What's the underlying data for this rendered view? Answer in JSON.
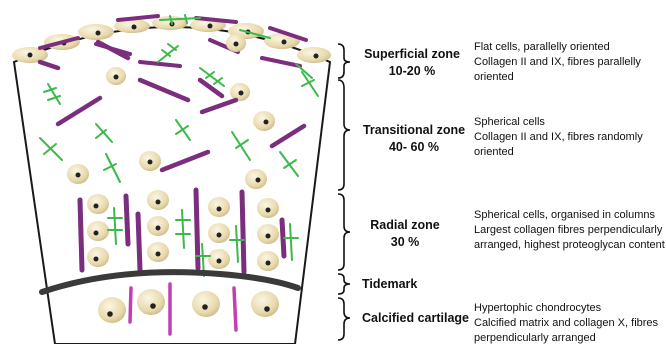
{
  "zones": [
    {
      "id": "superficial",
      "name": "Superficial zone",
      "percent": "10-20 %",
      "description": [
        "Flat cells, parallelly oriented",
        "Collagen II and IX, fibres parallelly",
        "oriented"
      ]
    },
    {
      "id": "transitional",
      "name": "Transitional zone",
      "percent": "40- 60 %",
      "description": [
        "Spherical cells",
        "Collagen II and IX, fibres randomly",
        "oriented"
      ]
    },
    {
      "id": "radial",
      "name": "Radial zone",
      "percent": "30 %",
      "description": [
        "Spherical cells, organised in columns",
        "Largest collagen fibres perpendicularly",
        "arranged, highest proteoglycan content"
      ]
    },
    {
      "id": "tidemark",
      "name": "Tidemark",
      "percent": "",
      "description": []
    },
    {
      "id": "calcified",
      "name": "Calcified cartilage",
      "percent": "",
      "description": [
        "Hypertophic chondrocytes",
        "Calcified matrix and collagen X, fibres",
        "perpendicularly arranged"
      ]
    }
  ],
  "colors": {
    "collagen": "#7b2d7e",
    "collagen_x": "#c13fb2",
    "proteoglycan": "#3cb94a",
    "cell": "#ecdfb4",
    "tidemark": "#3a3a3a",
    "outline": "#1a1a1a"
  }
}
